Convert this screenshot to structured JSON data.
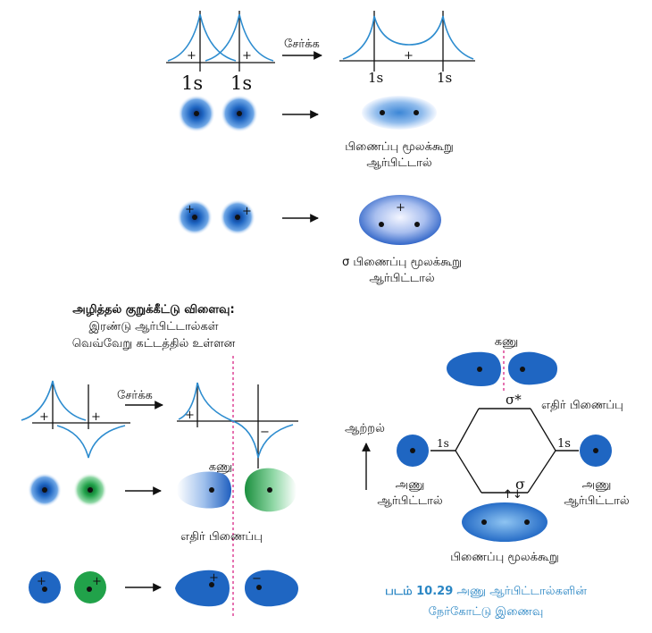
{
  "colors": {
    "orbital_blue": "#1f66c2",
    "orbital_green": "#21a24a",
    "curve_blue": "#2d8ccf",
    "node_plane": "#d4147d",
    "caption_blue": "#2a86c4"
  },
  "panel_top": {
    "combine_label": "சேர்க்க",
    "left_orbital_labels": [
      "1s",
      "1s"
    ],
    "right_orbital_labels": [
      "1s",
      "1s"
    ],
    "plus_sign": "+",
    "bonding_label_line1": "பிணைப்பு மூலக்கூறு",
    "bonding_label_line2": "ஆர்பிட்டால்",
    "sigma_label_line1": "σ பிணைப்பு மூலக்கூறு",
    "sigma_label_line2": "ஆர்பிட்டால்"
  },
  "panel_bottom_left": {
    "title_line1": "அழித்தல் குறுக்கீட்டு விளைவு:",
    "title_line2": "இரண்டு ஆர்பிட்டால்கள்",
    "title_line3": "வெவ்வேறு கட்டத்தில் உள்ளன",
    "combine_label": "சேர்க்க",
    "plus_sign": "+",
    "minus_sign": "−",
    "node_label": "கணு",
    "antibonding_label": "எதிர் பிணைப்பு"
  },
  "panel_energy": {
    "node_label": "கணு",
    "sigma_star": "σ*",
    "antibonding_label": "எதிர் பிணைப்பு",
    "energy_label": "ஆற்றல்",
    "left_ao": "1s",
    "right_ao": "1s",
    "sigma": "σ",
    "electrons": "↑↓",
    "atomic_orbital_line1": "அணு",
    "atomic_orbital_line2": "ஆர்பிட்டால்",
    "bonding_mo_label": "பிணைப்பு மூலக்கூறு"
  },
  "caption": {
    "figure_label": "படம் 10.29",
    "line1_rest": " அணு ஆர்பிட்டால்களின்",
    "line2": "நேர்கோட்டு இணைவு"
  }
}
